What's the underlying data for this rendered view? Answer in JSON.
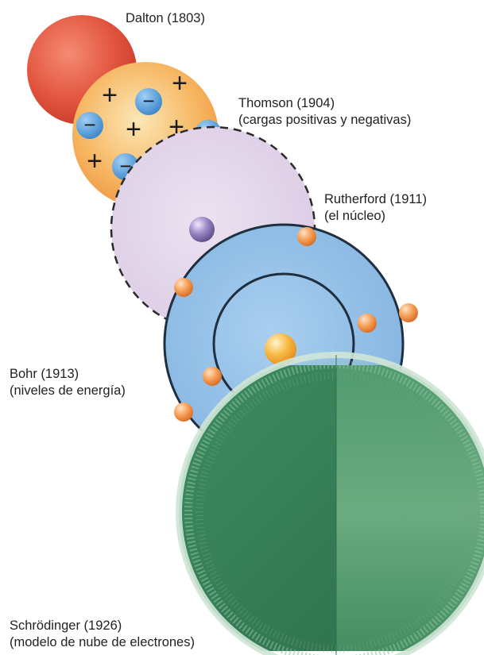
{
  "models": [
    {
      "id": "dalton",
      "name": "Dalton (1803)"
    },
    {
      "id": "thomson",
      "name": "Thomson (1904)",
      "note": "(cargas positivas y negativas)"
    },
    {
      "id": "rutherford",
      "name": "Rutherford (1911)",
      "note": "(el núcleo)"
    },
    {
      "id": "bohr",
      "name": "Bohr (1913)",
      "note": "(niveles de energía)"
    },
    {
      "id": "schrodinger",
      "name": "Schrödinger (1926)",
      "note": "(modelo de nube de electrones)"
    }
  ],
  "symbols": {
    "plus": "+",
    "minus": "−"
  },
  "colors": {
    "dalton": "#e8604c",
    "thomson": "#f2a14a",
    "rutherford_cloud": "#e3d6ea",
    "nucleus_small": "#8a74b4",
    "bohr": "#8fbde6",
    "electron": "#f0883a",
    "bohr_nucleus": "#f7b13a",
    "schrodinger": "#4f9a6e"
  }
}
